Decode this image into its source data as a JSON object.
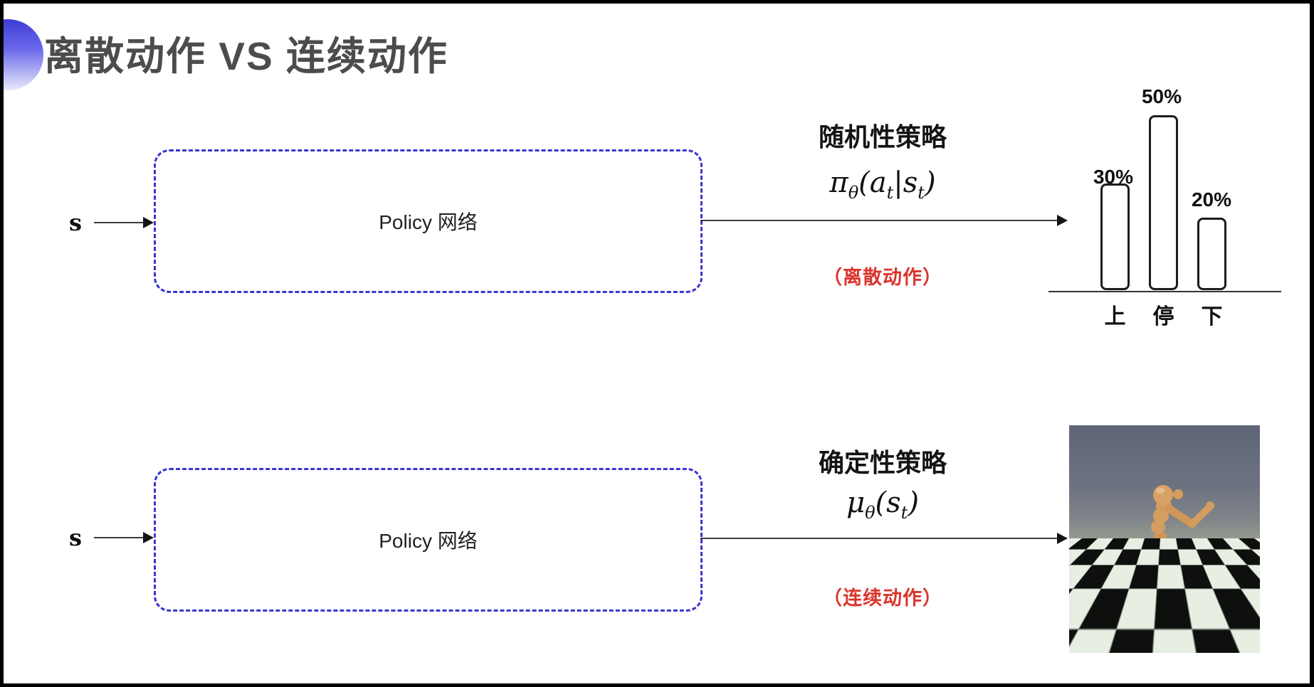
{
  "title": "离散动作 VS 连续动作",
  "row1": {
    "input_label": "s",
    "box_label": "Policy 网络",
    "policy_type": "随机性策略",
    "formula": {
      "f1": "π",
      "s1": "θ",
      "f2": "(a",
      "s2": "t",
      "f3": "|s",
      "s3": "t",
      "f4": ")"
    },
    "action_note": "（离散动作）"
  },
  "row2": {
    "input_label": "s",
    "box_label": "Policy 网络",
    "policy_type": "确定性策略",
    "formula": {
      "f1": "μ",
      "s1": "θ",
      "f2": "(s",
      "s2": "t",
      "f3": ")"
    },
    "action_note": "（连续动作）"
  },
  "chart_data": {
    "type": "bar",
    "categories": [
      "上",
      "停",
      "下"
    ],
    "values": [
      30,
      50,
      20
    ],
    "value_labels": [
      "30%",
      "50%",
      "20%"
    ],
    "title": "",
    "xlabel": "",
    "ylabel": "",
    "ylim": [
      0,
      60
    ],
    "grid": false,
    "legend": false,
    "bar_style": "white fill, black rounded outline"
  },
  "figure": {
    "name": "humanoid-simulation-image"
  },
  "colors": {
    "box_dash_blue": "#3b36cf",
    "note_red": "#da352c",
    "title_gray": "#4c4c4e",
    "accent_circle_blue": "#4442db"
  }
}
